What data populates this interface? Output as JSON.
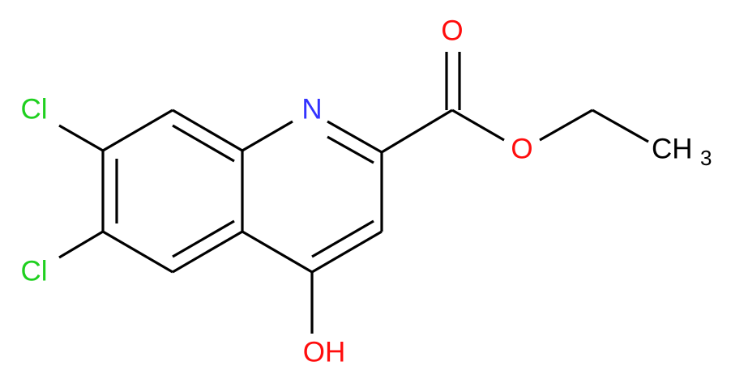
{
  "colors": {
    "background": "#ffffff",
    "bond": "#000000",
    "carbon": "#000000",
    "nitrogen": "#3333ff",
    "oxygen": "#ff0d0d",
    "chlorine": "#1fd01f"
  },
  "labels": {
    "cl_top": "Cl",
    "cl_bottom": "Cl",
    "nitrogen": "N",
    "carbonyl_oxygen": "O",
    "ester_oxygen": "O",
    "hydroxyl": "OH",
    "methyl_main": "CH",
    "methyl_subscript": "3"
  }
}
